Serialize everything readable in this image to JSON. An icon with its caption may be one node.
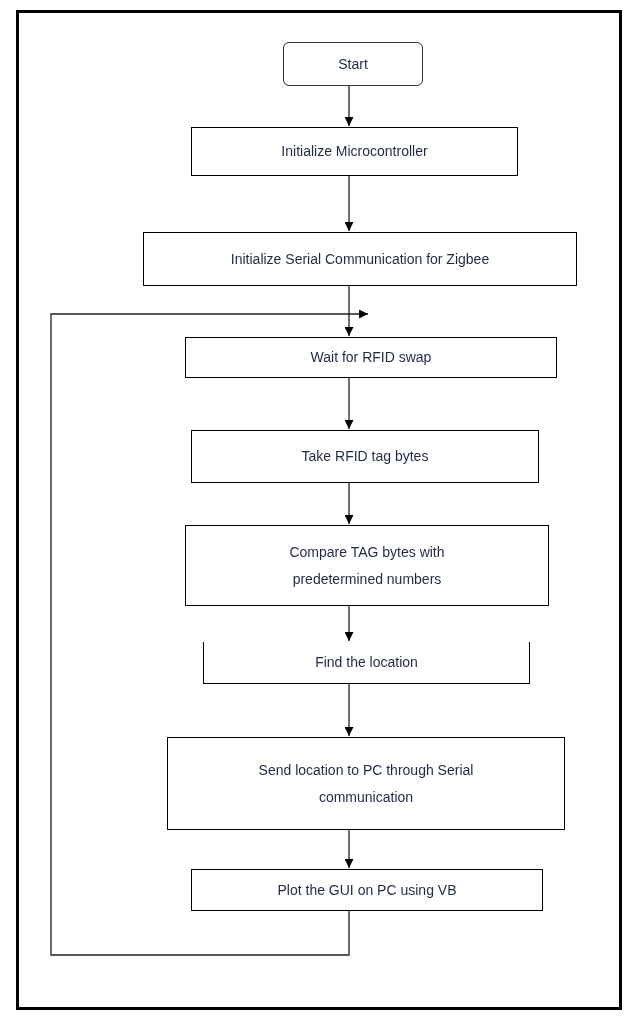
{
  "diagram": {
    "nodes": [
      {
        "text": [
          "Start"
        ]
      },
      {
        "text": [
          "Initialize Microcontroller"
        ]
      },
      {
        "text": [
          "Initialize Serial Communication for Zigbee"
        ]
      },
      {
        "text": [
          "Wait for RFID swap"
        ]
      },
      {
        "text": [
          "Take RFID tag bytes"
        ]
      },
      {
        "text": [
          "Compare TAG bytes with predetermined numbers"
        ]
      },
      {
        "text": [
          "Find the location"
        ]
      },
      {
        "text": [
          "Send location to PC through Serial communication"
        ]
      },
      {
        "text": [
          "Plot the GUI on PC using VB"
        ]
      }
    ],
    "edges": [
      {
        "from": 0,
        "to": 1,
        "arrow": "to"
      },
      {
        "from": 1,
        "to": 2,
        "arrow": "to"
      },
      {
        "from": 2,
        "to": 3,
        "arrow": "to"
      },
      {
        "from": 3,
        "to": 4,
        "arrow": "to"
      },
      {
        "from": 4,
        "to": 5,
        "arrow": "to"
      },
      {
        "from": 5,
        "to": 6,
        "arrow": "to"
      },
      {
        "from": 6,
        "to": 7,
        "arrow": "to"
      },
      {
        "from": 7,
        "to": 8,
        "arrow": "to"
      },
      {
        "from": 8,
        "to": 3,
        "arrow": "to"
      }
    ]
  }
}
